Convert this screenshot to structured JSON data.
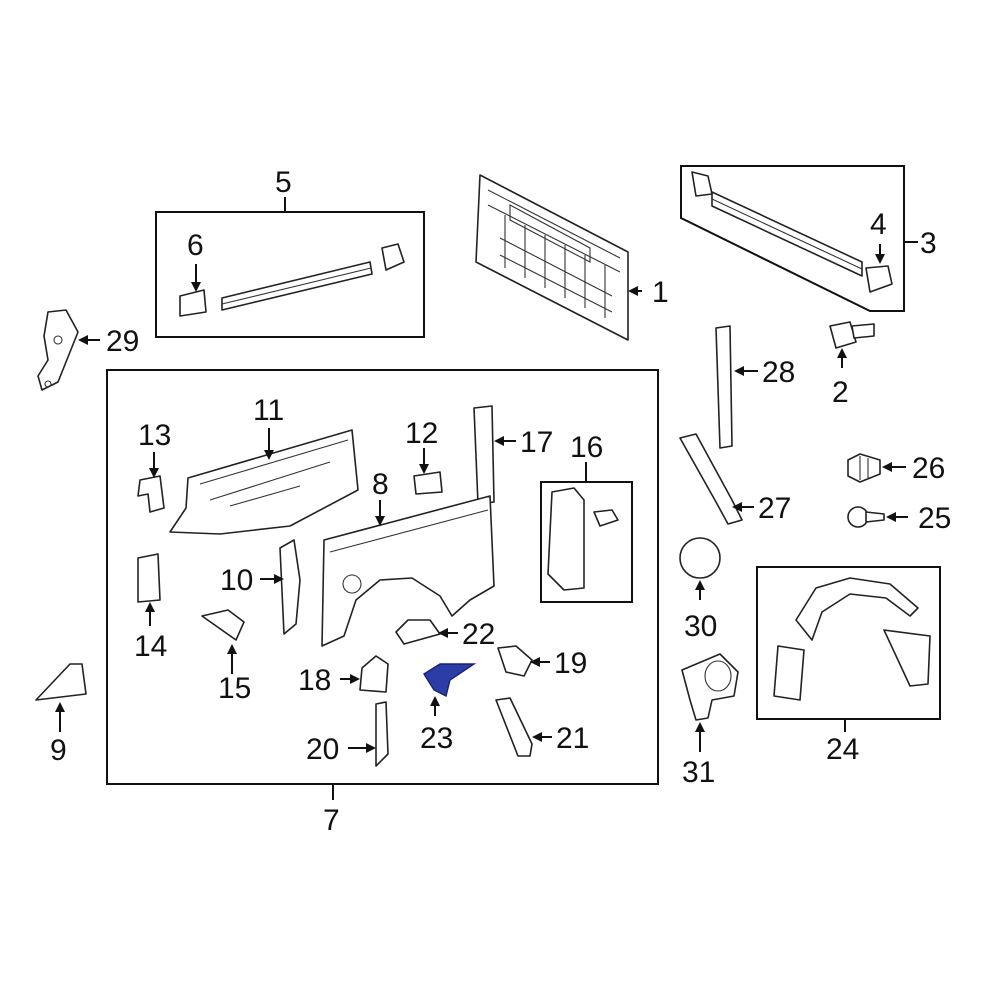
{
  "labels": {
    "l1": "1",
    "l2": "2",
    "l3": "3",
    "l4": "4",
    "l5": "5",
    "l6": "6",
    "l7": "7",
    "l8": "8",
    "l9": "9",
    "l10": "10",
    "l11": "11",
    "l12": "12",
    "l13": "13",
    "l14": "14",
    "l15": "15",
    "l16": "16",
    "l17": "17",
    "l18": "18",
    "l19": "19",
    "l20": "20",
    "l21": "21",
    "l22": "22",
    "l23": "23",
    "l24": "24",
    "l25": "25",
    "l26": "26",
    "l27": "27",
    "l28": "28",
    "l29": "29",
    "l30": "30",
    "l31": "31"
  },
  "colors": {
    "highlight": "#2b3ea8",
    "line": "#111111",
    "background": "#ffffff"
  },
  "highlighted_part": "23"
}
